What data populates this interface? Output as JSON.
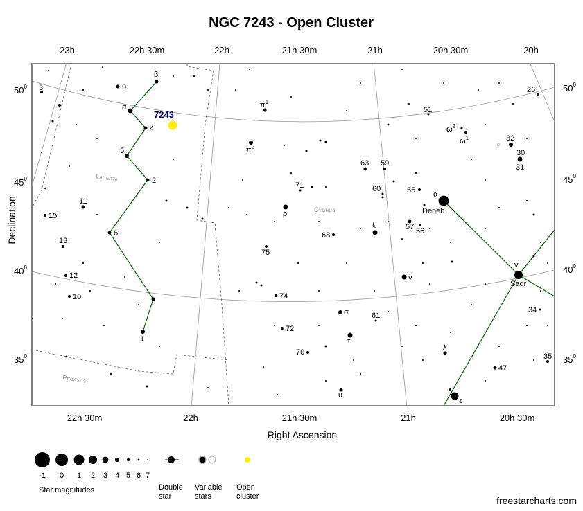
{
  "title": "NGC 7243 - Open Cluster",
  "x_axis_label": "Right Ascension",
  "y_axis_label": "Declination",
  "ra_ticks_top": [
    "23h",
    "22h 30m",
    "22h",
    "21h 30m",
    "21h",
    "20h 30m",
    "20h"
  ],
  "ra_ticks_bottom": [
    "22h 30m",
    "22h",
    "21h 30m",
    "21h",
    "20h 30m"
  ],
  "dec_ticks": [
    {
      "value": "50",
      "sup": "0"
    },
    {
      "value": "45",
      "sup": "0"
    },
    {
      "value": "40",
      "sup": "0"
    },
    {
      "value": "35",
      "sup": "0"
    }
  ],
  "constellations": {
    "lacerta": "Lacerta",
    "cygnus": "Cygnus",
    "pegasus": "Pegasus"
  },
  "target": {
    "name": "7243",
    "color": "#ffee00",
    "label_color": "#000080"
  },
  "star_labels": {
    "beta": "β",
    "alpha_lac": "α",
    "n9": "9",
    "n4": "4",
    "n5": "5",
    "n2": "2",
    "n6": "6",
    "n1": "1",
    "n3": "3",
    "n11": "11",
    "n15": "15",
    "n13": "13",
    "n12": "12",
    "n10": "10",
    "pi1": "π",
    "pi1_sup": "1",
    "pi2": "π",
    "pi2_sup": "2",
    "rho": "ρ",
    "n71": "71",
    "n75": "75",
    "n74": "74",
    "n72": "72",
    "n70": "70",
    "n68": "68",
    "n63": "63",
    "n59": "59",
    "n60": "60",
    "n55": "55",
    "xi": "ξ",
    "n57": "57",
    "n56": "56",
    "sigma": "σ",
    "tau": "τ",
    "n61": "61",
    "upsilon": "υ",
    "nu": "ν",
    "lambda": "λ",
    "epsilon": "ε",
    "gamma": "γ",
    "sadr": "Sadr",
    "alpha_cyg": "α",
    "deneb": "Deneb",
    "n51": "51",
    "omega2": "ω",
    "omega2_sup": "2",
    "omega1": "ω",
    "omega1_sup": "1",
    "n26": "26",
    "n32": "32",
    "n30": "30",
    "n31": "31",
    "n34": "34",
    "n35": "35",
    "n47": "47"
  },
  "legend": {
    "magnitudes": [
      "-1",
      "0",
      "1",
      "2",
      "3",
      "4",
      "5",
      "6",
      "7"
    ],
    "magnitudes_caption": "Star magnitudes",
    "double_line1": "Double",
    "double_line2": "star",
    "variable_line1": "Variable",
    "variable_line2": "stars",
    "cluster_line1": "Open",
    "cluster_line2": "cluster"
  },
  "credit": "freestarcharts.com",
  "colors": {
    "constellation_line": "#006400",
    "boundary": "#555555",
    "grid": "#999999",
    "frame": "#808080"
  }
}
